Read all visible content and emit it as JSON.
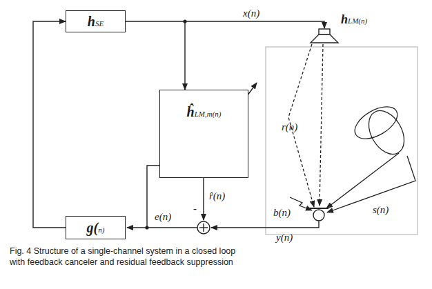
{
  "diagram": {
    "caption": "Fig. 4 Structure of a single-channel system in a closed loop with feedback canceler and residual feedback suppression",
    "nodes": [
      {
        "text": [
          "hSE"
        ]
      },
      {
        "text": [
          "ĥLM,m(n)"
        ]
      },
      {
        "text": [
          "g(n)"
        ]
      }
    ],
    "edges": [
      {
        "from": 0,
        "to": 1,
        "arrow": "to"
      },
      {
        "from": 2,
        "to": 0,
        "arrow": "to"
      }
    ],
    "labels": [
      "x(n)",
      "hLM(n)",
      "r(n)",
      "b(n)",
      "s(n)",
      "r̂(n)",
      "-",
      "e(n)",
      "y(n)"
    ]
  }
}
